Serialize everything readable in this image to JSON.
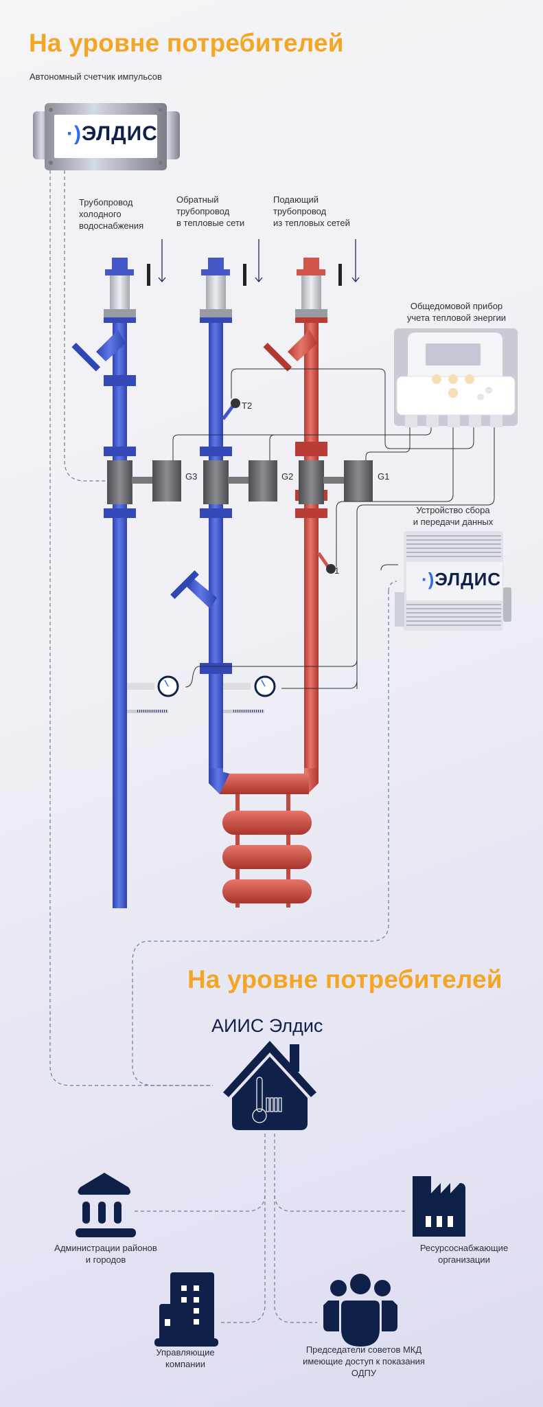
{
  "section_titles": [
    "На уровне потребителей",
    "На уровне потребителей"
  ],
  "pulse_counter": {
    "label": "Автономный счетчик импульсов",
    "logo": "ЭЛДИС"
  },
  "pipes": [
    {
      "label": [
        "Трубопровод",
        "холодного",
        "водоснабжения"
      ],
      "color": "#3f55c9"
    },
    {
      "label": [
        "Обратный",
        "трубопровод",
        "в тепловые сети"
      ],
      "color": "#3f55c9"
    },
    {
      "label": [
        "Подающий",
        "трубопровод",
        "из тепловых сетей"
      ],
      "color": "#d0544a"
    }
  ],
  "heat_meter": {
    "label": [
      "Общедомовой прибор",
      "учета тепловой энергии"
    ]
  },
  "data_device": {
    "label": [
      "Устройство сбора",
      "и передачи данных"
    ],
    "logo": "ЭЛДИС"
  },
  "sensors": {
    "g1": "G1",
    "g2": "G2",
    "g3": "G3",
    "t1": "T1",
    "t2": "T2"
  },
  "system": {
    "title": "АИИС Элдис"
  },
  "consumers": [
    {
      "icon": "bank-icon",
      "label": [
        "Администрации районов",
        "и городов"
      ]
    },
    {
      "icon": "factory-icon",
      "label": [
        "Ресурсоснабжающие",
        "организации"
      ]
    },
    {
      "icon": "building-icon",
      "label": [
        "Управляющие",
        "компании"
      ]
    },
    {
      "icon": "people-icon",
      "label": [
        "Председатели советов МКД",
        "имеющие доступ к показания",
        "ОДПУ"
      ]
    }
  ],
  "colors": {
    "accent": "#f5a524",
    "navy": "#0f2148",
    "blue_pipe": "#3f55c9",
    "red_pipe": "#d0544a"
  }
}
